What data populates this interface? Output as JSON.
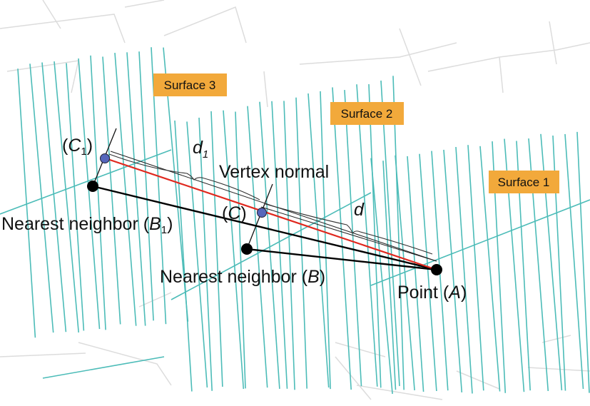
{
  "surfaces": [
    {
      "label": "Surface 3"
    },
    {
      "label": "Surface 2"
    },
    {
      "label": "Surface 1"
    }
  ],
  "points": {
    "point_a": {
      "text": "Point (",
      "var": "A",
      "close": ")"
    },
    "neighbor_b": {
      "text": "Nearest neighbor (",
      "var": "B",
      "close": ")"
    },
    "neighbor_b1": {
      "text": "Nearest neighbor (",
      "var": "B",
      "sub": "1",
      "close": ")"
    },
    "c": {
      "open": "(",
      "var": "C",
      "close": ")"
    },
    "c1": {
      "open": "(",
      "var": "C",
      "sub": "1",
      "close": ")"
    }
  },
  "vertex_normal": "Vertex normal",
  "distances": {
    "d": "d",
    "d1": {
      "var": "d",
      "sub": "1"
    }
  },
  "colors": {
    "mesh": "#4cbcb8",
    "grid": "#dcdcdc",
    "surface_label_bg": "#f2a93b",
    "red_line": "#e0281e",
    "black": "#000000",
    "projected_point": "#5566bb"
  }
}
